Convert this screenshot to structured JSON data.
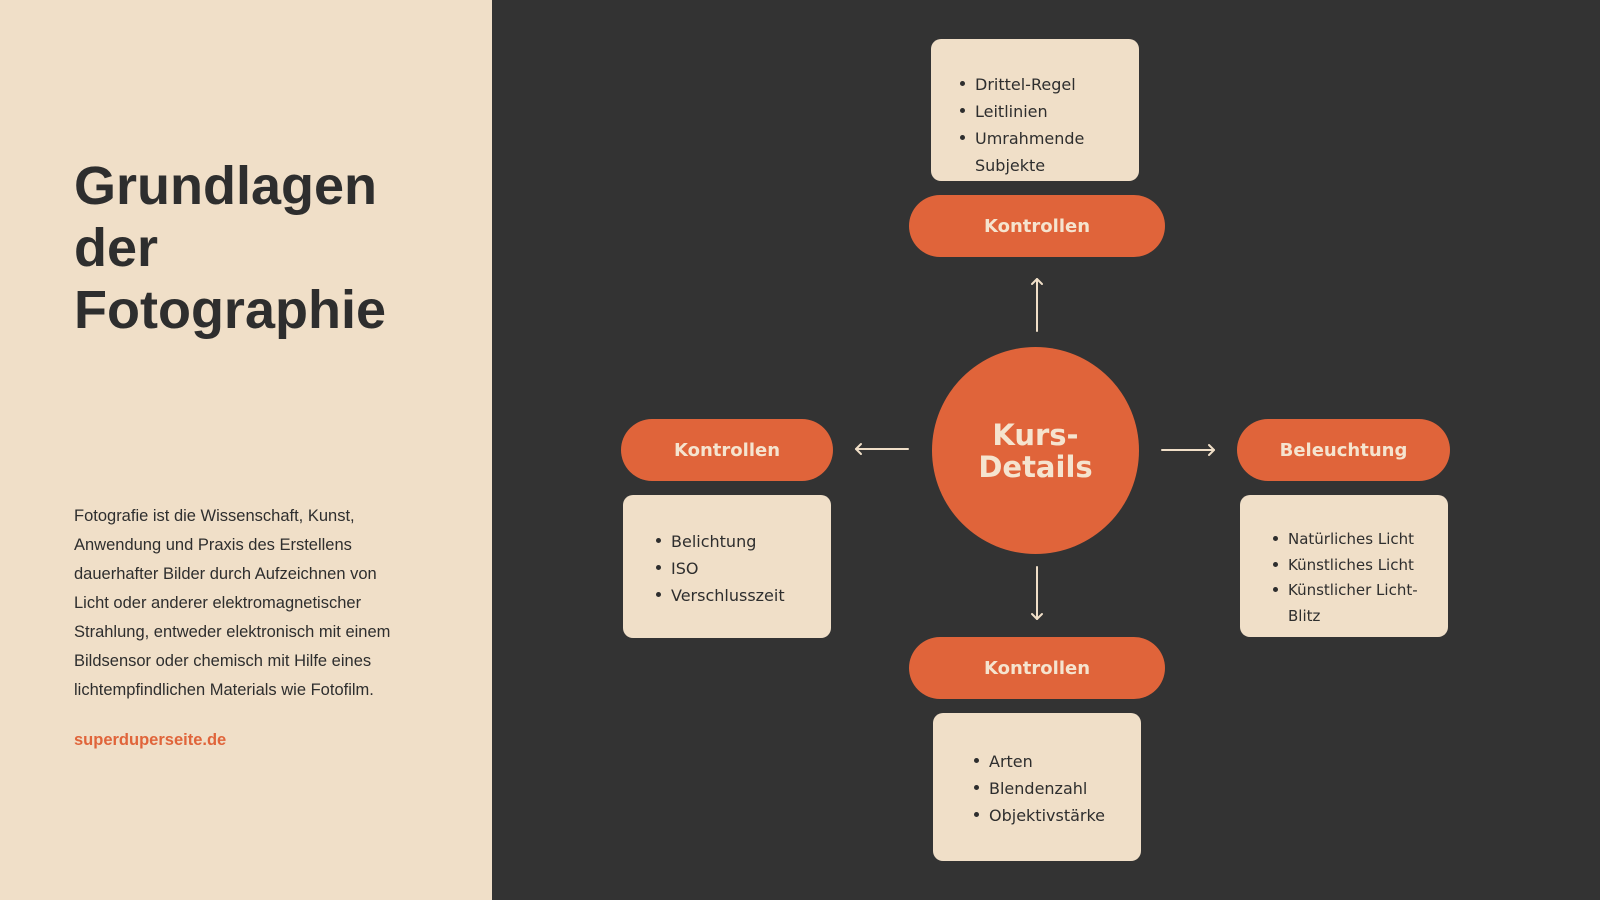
{
  "slide": {
    "title": "Grundlagen\nder\nFotographie",
    "description": "Fotografie ist die Wissenschaft, Kunst, Anwendung und Praxis des Erstellens dauerhafter Bilder durch Aufzeichnen von Licht oder anderer elektromagnetischer Strahlung, entweder elektronisch mit einem Bildsensor oder chemisch mit Hilfe eines lichtempfindlichen Materials wie Fotofilm.",
    "website": "superduperseite.de"
  },
  "diagram": {
    "center": {
      "line1": "Kurs-",
      "line2": "Details"
    },
    "top": {
      "label": "Kontrollen",
      "items": [
        "Drittel-Regel",
        "Leitlinien",
        "Umrahmende Subjekte"
      ]
    },
    "left": {
      "label": "Kontrollen",
      "items": [
        "Belichtung",
        "ISO",
        "Verschlusszeit"
      ]
    },
    "right": {
      "label": "Beleuchtung",
      "items": [
        "Natürliches Licht",
        "Künstliches Licht",
        "Künstlicher Licht-Blitz"
      ]
    },
    "bottom": {
      "label": "Kontrollen",
      "items": [
        "Arten",
        "Blendenzahl",
        "Objektivstärke"
      ]
    }
  },
  "colors": {
    "accent": "#e0643a",
    "light_background": "#f0dfc8",
    "dark_background": "#333333",
    "text": "#2e2e2e",
    "pill_text": "#f5e4cf"
  }
}
